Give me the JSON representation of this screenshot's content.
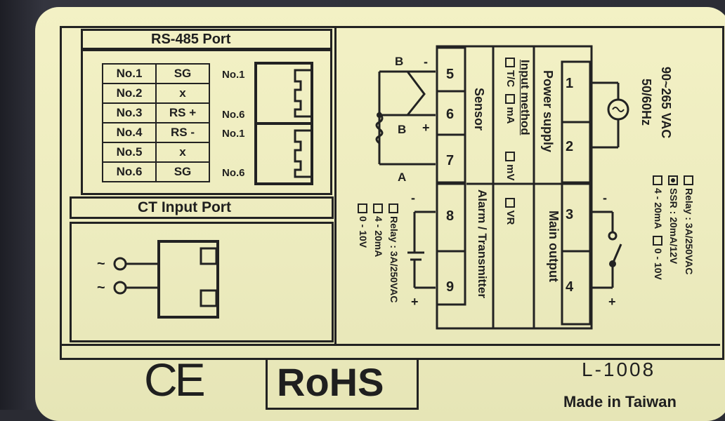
{
  "rs485": {
    "title": "RS-485 Port",
    "rows": [
      {
        "no": "No.1",
        "sig": "SG"
      },
      {
        "no": "No.2",
        "sig": "x"
      },
      {
        "no": "No.3",
        "sig": "RS +"
      },
      {
        "no": "No.4",
        "sig": "RS -"
      },
      {
        "no": "No.5",
        "sig": "x"
      },
      {
        "no": "No.6",
        "sig": "SG"
      }
    ],
    "jack_labels": [
      "No.1",
      "No.6",
      "No.1",
      "No.6"
    ]
  },
  "ct": {
    "title": "CT Input Port",
    "tilde": "~"
  },
  "terminals": [
    "1",
    "2",
    "3",
    "4",
    "5",
    "6",
    "7",
    "8",
    "9"
  ],
  "wiring": {
    "power_supply": "Power supply",
    "input_method": "Input method",
    "sensor": "Sensor",
    "main_output": "Main output",
    "alarm": "Alarm / Transmitter",
    "voltage": "90~265 VAC",
    "freq": "50/60Hz",
    "B_top": "B",
    "B_mid": "B",
    "A": "A",
    "minus": "-",
    "plus": "+",
    "input_options": [
      "T/C",
      "mA",
      "mV",
      "VR"
    ],
    "main_options": [
      "Relay : 3A/250VAC",
      "SSR : 20mA/12V",
      "4 - 20mA",
      "0 - 10V"
    ],
    "alarm_options": [
      "Relay : 3A/250VAC",
      "4 - 20mA",
      "0 - 10V"
    ]
  },
  "footer": {
    "ce": "CE",
    "rohs": "RoHS",
    "model": "L-1008",
    "origin": "Made in Taiwan"
  }
}
